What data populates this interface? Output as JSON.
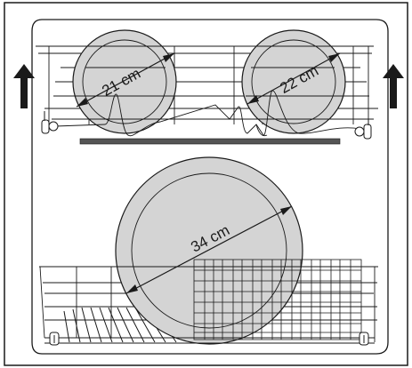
{
  "colors": {
    "plate_fill": "#d4d4d4",
    "line": "#1a1a1a",
    "rack_bar": "#555555",
    "background": "#ffffff"
  },
  "icons": {
    "left_arrow": "up-arrow-icon",
    "right_arrow": "up-arrow-icon"
  },
  "plates": [
    {
      "id": "upper-left",
      "label": "21 cm"
    },
    {
      "id": "upper-right",
      "label": "22 cm"
    },
    {
      "id": "lower",
      "label": "34 cm"
    }
  ]
}
